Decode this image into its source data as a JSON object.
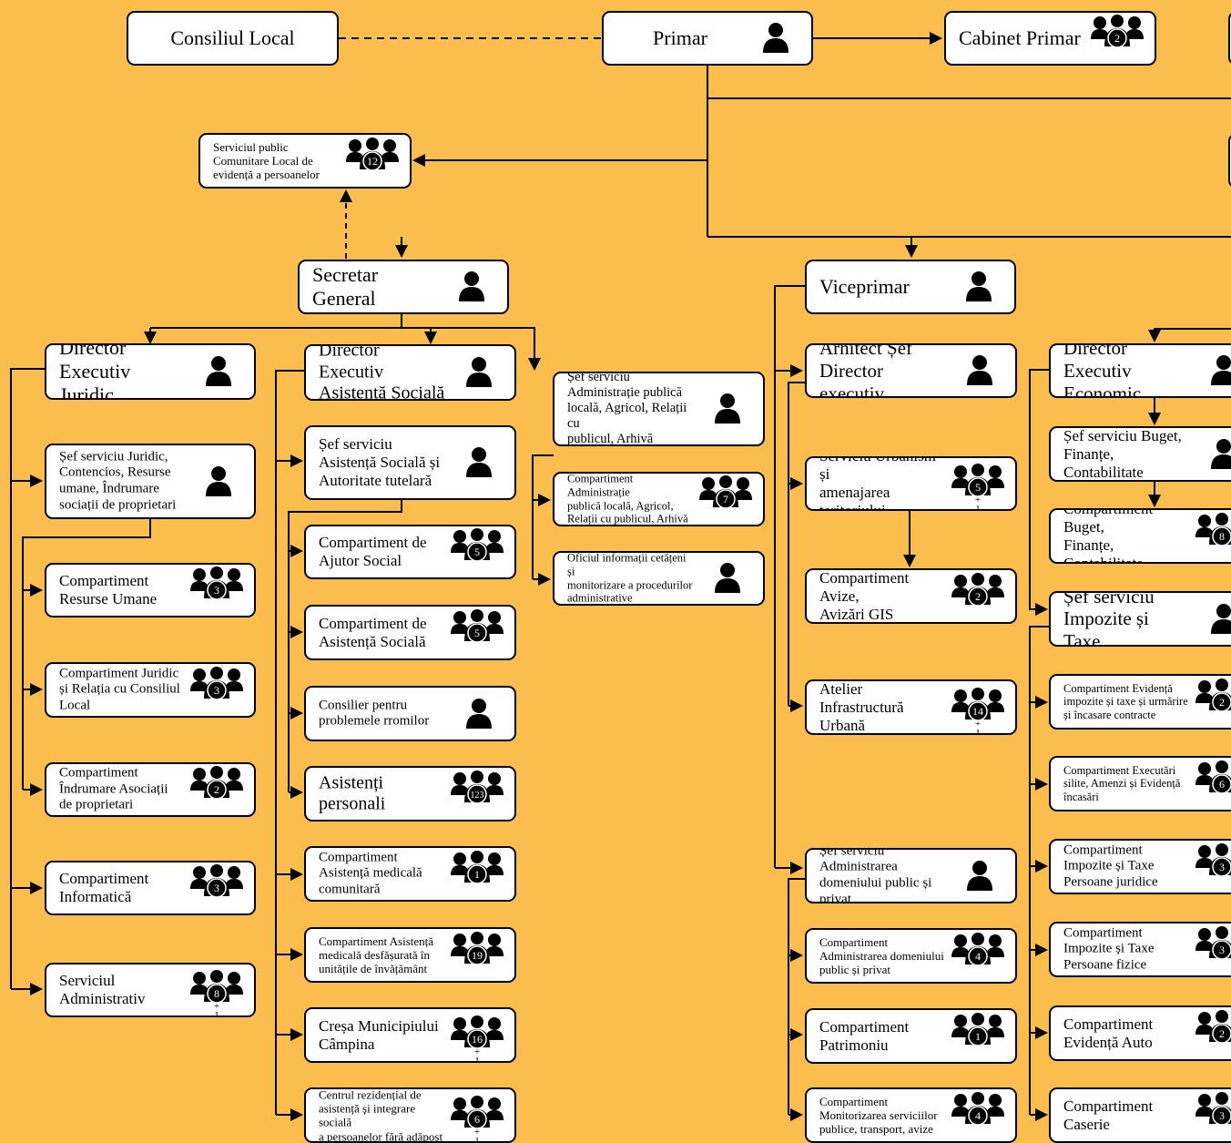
{
  "diagram": {
    "boxes": [
      {
        "id": "consiliu",
        "label": "Consiliul Local",
        "icon": "none"
      },
      {
        "id": "primar",
        "label": "Primar",
        "icon": "person-icon"
      },
      {
        "id": "cabinet",
        "label": "Cabinet Primar",
        "icon": "group-icon",
        "count": "2"
      },
      {
        "id": "spclep",
        "label": "Serviciul public\nComunitare Local de\nevidență a persoanelor",
        "icon": "group-icon",
        "count": "12"
      },
      {
        "id": "secretar",
        "label": "Secretar\nGeneral",
        "icon": "person-icon"
      },
      {
        "id": "viceprimar",
        "label": "Viceprimar",
        "icon": "person-icon"
      },
      {
        "id": "dir_juridic",
        "label": "Director\nExecutiv Juridic",
        "icon": "person-icon"
      },
      {
        "id": "sef_juridic",
        "label": "Șef serviciu Juridic,\nContencios, Resurse\numane, Îndrumare\nsociații de proprietari",
        "icon": "person-icon"
      },
      {
        "id": "comp_ru",
        "label": "Compartiment\nResurse Umane",
        "icon": "group-icon",
        "count": "3"
      },
      {
        "id": "comp_jur",
        "label": "Compartiment Juridic\nși Relația cu Consiliul\nLocal",
        "icon": "group-icon",
        "count": "3"
      },
      {
        "id": "comp_indr",
        "label": "Compartiment\nÎndrumare Asociații\nde proprietari",
        "icon": "group-icon",
        "count": "2"
      },
      {
        "id": "comp_info",
        "label": "Compartiment\nInformatică",
        "icon": "group-icon",
        "count": "3"
      },
      {
        "id": "serv_adm",
        "label": "Serviciul\nAdministrativ",
        "icon": "group-icon",
        "count": "8",
        "extra": "+\n1"
      },
      {
        "id": "dir_as",
        "label": "Director Executiv\nAsistență Socială",
        "icon": "person-icon"
      },
      {
        "id": "sef_as",
        "label": "Șef serviciu\nAsistență Socială și\nAutoritate tutelară",
        "icon": "person-icon"
      },
      {
        "id": "comp_ajutor",
        "label": "Compartiment de\nAjutor Social",
        "icon": "group-icon",
        "count": "5"
      },
      {
        "id": "comp_asist",
        "label": "Compartiment de\nAsistență Socială",
        "icon": "group-icon",
        "count": "5"
      },
      {
        "id": "consilier",
        "label": "Consilier pentru\nproblemele rromilor",
        "icon": "person-icon"
      },
      {
        "id": "asist_pers",
        "label": "Asistenți\npersonali",
        "icon": "group-icon",
        "count": "123"
      },
      {
        "id": "comp_med",
        "label": "Compartiment\nAsistență medicală\ncomunitară",
        "icon": "group-icon",
        "count": "1"
      },
      {
        "id": "comp_med_sc",
        "label": "Compartiment Asistență\nmedicală desfășurată în\nunitățile de învățământ",
        "icon": "group-icon",
        "count": "19"
      },
      {
        "id": "cresa",
        "label": "Creșa Municipiului\nCâmpina",
        "icon": "group-icon",
        "count": "16",
        "extra": "+\n1"
      },
      {
        "id": "centru",
        "label": "Centrul rezidențial de\nasistență și integrare socială\na persoanelor fără adăpost",
        "icon": "group-icon",
        "count": "6",
        "extra": "+\n1"
      },
      {
        "id": "sef_adm_pub",
        "label": "Șef serviciu\nAdministrație publică\nlocală, Agricol, Relații cu\npublicul, Arhivă",
        "icon": "person-icon"
      },
      {
        "id": "comp_adm_pub",
        "label": "Compartiment Administrație\npublică locală, Agricol,\nRelații cu publicul, Arhivă",
        "icon": "group-icon",
        "count": "7"
      },
      {
        "id": "oficiul",
        "label": "Oficiul informații cetățeni și\nmonitorizare a procedurilor\nadministrative",
        "icon": "person-icon"
      },
      {
        "id": "arhitect",
        "label": "Arhitect Șef\nDirector executiv",
        "icon": "person-icon"
      },
      {
        "id": "urbanism",
        "label": "Serviciu Urbanism și\namenajarea teritoriului",
        "icon": "group-icon",
        "count": "5",
        "extra": "+\n1"
      },
      {
        "id": "avize",
        "label": "Compartiment Avize,\nAvizări GIS",
        "icon": "group-icon",
        "count": "2"
      },
      {
        "id": "atelier",
        "label": "Atelier Infrastructură\nUrbană",
        "icon": "group-icon",
        "count": "14",
        "extra": "+\n1"
      },
      {
        "id": "sef_domeniu",
        "label": "Șef serviciu Administrarea\ndomeniului public și privat",
        "icon": "person-icon"
      },
      {
        "id": "comp_domeniu",
        "label": "Compartiment\nAdministrarea domeniului\npublic și privat",
        "icon": "group-icon",
        "count": "4"
      },
      {
        "id": "patrimoniu",
        "label": "Compartiment\nPatrimoniu",
        "icon": "group-icon",
        "count": "1"
      },
      {
        "id": "monitorizare",
        "label": "Compartiment\nMonitorizarea serviciilor\npublice, transport, avize",
        "icon": "group-icon",
        "count": "4"
      },
      {
        "id": "dir_econ",
        "label": "Director Executiv\nEconomic",
        "icon": "person-icon"
      },
      {
        "id": "sef_buget",
        "label": "Șef serviciu Buget,\nFinanțe, Contabilitate",
        "icon": "person-icon"
      },
      {
        "id": "comp_buget",
        "label": "Compartiment Buget,\nFinanțe, Contabilitate",
        "icon": "group-icon",
        "count": "8"
      },
      {
        "id": "sef_impozite",
        "label": "Șef serviciu\nImpozite și Taxe",
        "icon": "person-icon"
      },
      {
        "id": "comp_evid",
        "label": "Compartiment Evidență\nimpozite și taxe și urmărire\nși încasare contracte",
        "icon": "group-icon",
        "count": "2"
      },
      {
        "id": "comp_exec",
        "label": "Compartiment Executări\nsilite, Amenzi și Evidență\nîncasări",
        "icon": "group-icon",
        "count": "6"
      },
      {
        "id": "comp_pj",
        "label": "Compartiment\nImpozite și Taxe\nPersoane juridice",
        "icon": "group-icon",
        "count": "3"
      },
      {
        "id": "comp_pf",
        "label": "Compartiment\nImpozite și Taxe\nPersoane fizice",
        "icon": "group-icon",
        "count": "3"
      },
      {
        "id": "comp_auto",
        "label": "Compartiment\nEvidență Auto",
        "icon": "group-icon",
        "count": "2"
      },
      {
        "id": "caserie",
        "label": "Compartiment\nCaserie",
        "icon": "group-icon",
        "count": "3"
      },
      {
        "id": "cut_top",
        "label": "",
        "icon": "none"
      },
      {
        "id": "cut_mid",
        "label": "",
        "icon": "none"
      }
    ]
  }
}
